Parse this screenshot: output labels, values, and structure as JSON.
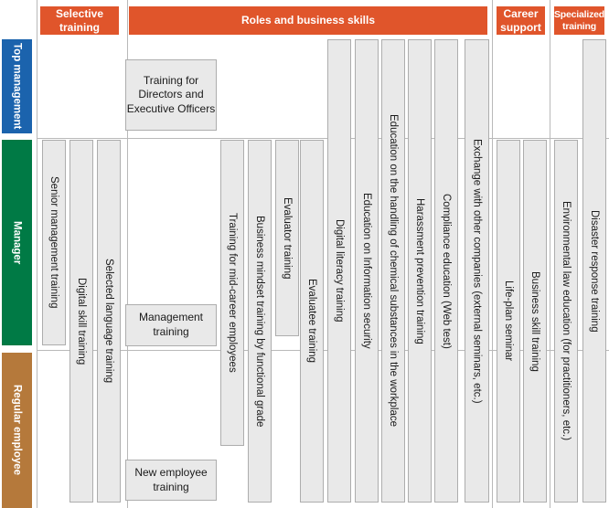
{
  "headers": {
    "selective": "Selective training",
    "roles": "Roles and business skills",
    "career": "Career support",
    "specialized": "Specialized training"
  },
  "bands": {
    "top": {
      "label": "Top management",
      "color": "#1B63AD"
    },
    "manager": {
      "label": "Manager",
      "color": "#007A45"
    },
    "regular": {
      "label": "Regular employee",
      "color": "#B5793B"
    }
  },
  "programs": {
    "senior_management": "Senior management training",
    "digital_skill": "Digital skill training",
    "selected_language": "Selected language training",
    "directors": "Training for Directors and Executive Officers",
    "management": "Management training",
    "new_employee": "New employee training",
    "mid_career": "Training for mid-career employees",
    "business_mindset": "Business mindset training by functional grade",
    "evaluator": "Evaluator training",
    "evaluatee": "Evaluatee training",
    "digital_literacy": "Digital literacy training",
    "info_security": "Education on Information security",
    "chemical": "Education on the handling of chemical substances in the workplace",
    "harassment": "Harassment prevention training",
    "compliance": "Compliance education (Web test)",
    "exchange": "Exchange with other companies (external seminars, etc.)",
    "life_plan": "Life-plan seminar",
    "business_skill": "Business skill training",
    "env_law": "Environmental law education (for practitioners, etc.)",
    "disaster": "Disaster response training"
  },
  "colors": {
    "header_orange": "#E0552B",
    "band_top_blue": "#1B63AD",
    "band_manager_green": "#007A45",
    "band_regular_brown": "#B5793B",
    "bar_fill": "#E9E9E9",
    "bar_border": "#ADADAD"
  }
}
